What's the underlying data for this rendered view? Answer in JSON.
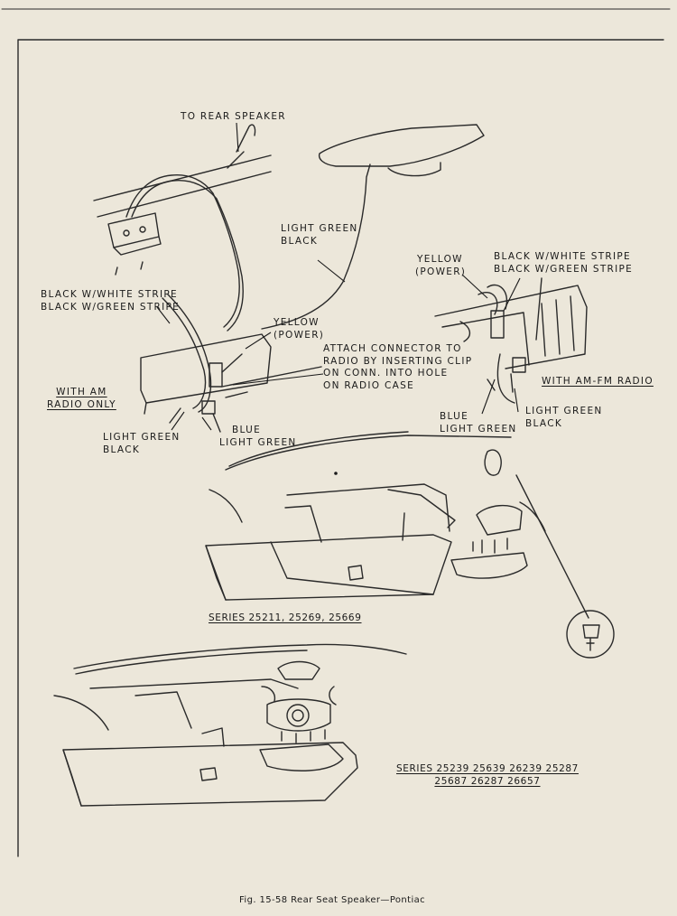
{
  "labels": {
    "to_rear_speaker": "TO REAR SPEAKER",
    "lg_black_top": [
      "LIGHT GREEN",
      "BLACK"
    ],
    "am_bw_stripes": [
      "BLACK W/WHITE STRIPE",
      "BLACK W/GREEN STRIPE"
    ],
    "am_yellow": [
      "YELLOW",
      "(POWER)"
    ],
    "attach_note": [
      "ATTACH CONNECTOR TO",
      "RADIO BY INSERTING CLIP",
      "ON CONN. INTO HOLE",
      "ON RADIO CASE"
    ],
    "with_am": [
      "WITH AM",
      "RADIO ONLY"
    ],
    "am_lg_black": [
      "LIGHT GREEN",
      "BLACK"
    ],
    "am_blue_lg": [
      "BLUE",
      "LIGHT GREEN"
    ],
    "fm_yellow": [
      "YELLOW",
      "(POWER)"
    ],
    "fm_bw_stripes": [
      "BLACK W/WHITE STRIPE",
      "BLACK W/GREEN STRIPE"
    ],
    "with_amfm": "WITH AM-FM RADIO",
    "fm_blue_lg": [
      "BLUE",
      "LIGHT GREEN"
    ],
    "fm_lg_black": [
      "LIGHT GREEN",
      "BLACK"
    ],
    "series_1": "SERIES 25211, 25269, 25669",
    "series_2": [
      "SERIES 25239 25639 26239 25287",
      "25687 26287 26657"
    ]
  },
  "caption": "Fig. 15-58  Rear Seat Speaker—Pontiac"
}
